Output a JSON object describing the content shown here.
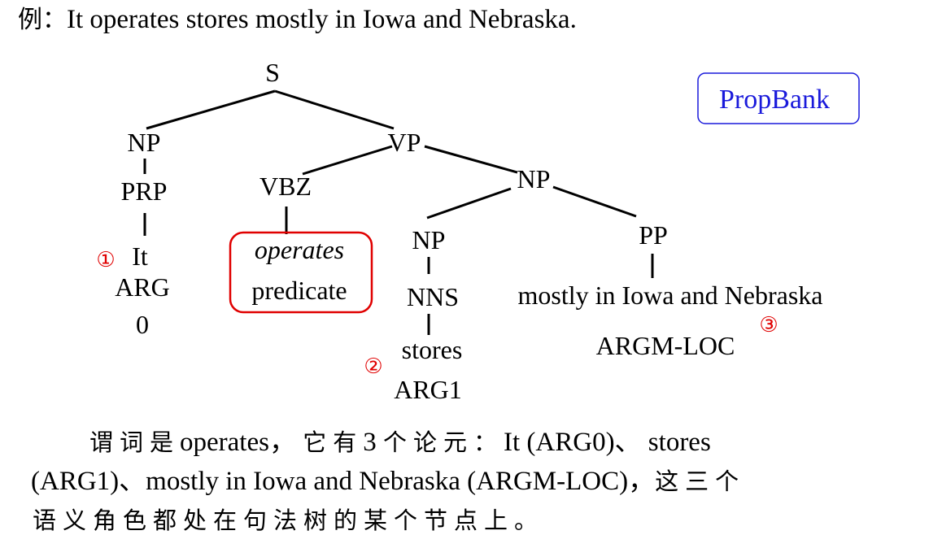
{
  "example": {
    "label": "例：",
    "sentence": "It operates stores mostly in Iowa and Nebraska."
  },
  "badge": "PropBank",
  "tree": {
    "nodes": {
      "s": "S",
      "np_subj": "NP",
      "prp": "PRP",
      "vp": "VP",
      "vbz": "VBZ",
      "np_obj": "NP",
      "np_inner": "NP",
      "nns": "NNS",
      "pp": "PP"
    },
    "leaves": {
      "it": "It",
      "operates": "operates",
      "stores": "stores",
      "mostly": "mostly in Iowa and Nebraska"
    },
    "roles": {
      "arg0_line1": "ARG",
      "arg0_line2": "0",
      "predicate": "predicate",
      "arg1": "ARG1",
      "argm_loc": "ARGM-LOC"
    },
    "markers": {
      "one": "①",
      "two": "②",
      "three": "③"
    }
  },
  "explanation": {
    "line1_cn": "谓词是",
    "line1_a": "operates，",
    "line1_cn2": "它有",
    "line1_b": "3",
    "line1_cn3": "个论元：",
    "line1_c": "It (ARG0)、 stores",
    "line2_a": "(ARG1)、mostly in Iowa and Nebraska (ARGM-LOC)，",
    "line2_cn": "这三个",
    "line3_cn": "语义角色都处在句法树的某个节点上。"
  },
  "colors": {
    "marker_red": "#e00000",
    "badge_blue": "#1a1adb"
  }
}
